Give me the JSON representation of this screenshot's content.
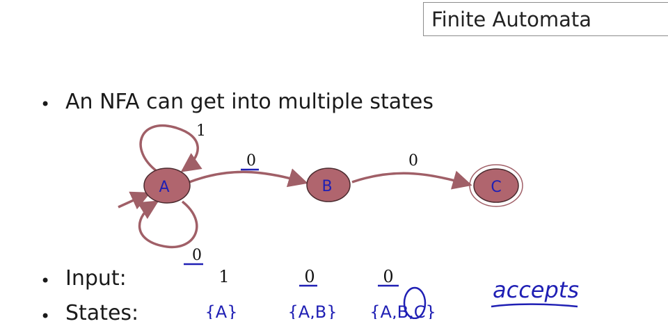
{
  "title": "Finite Automata",
  "bullets": [
    {
      "text": "An NFA can get into multiple states"
    },
    {
      "text": "Input:"
    },
    {
      "text": "States:"
    }
  ],
  "diagram": {
    "states": [
      {
        "id": "A",
        "label": "A",
        "start": true,
        "accepting": false
      },
      {
        "id": "B",
        "label": "B",
        "start": false,
        "accepting": false
      },
      {
        "id": "C",
        "label": "C",
        "start": false,
        "accepting": true
      }
    ],
    "transitions": [
      {
        "from": "A",
        "to": "A",
        "label": "1"
      },
      {
        "from": "A",
        "to": "A",
        "label": "0"
      },
      {
        "from": "A",
        "to": "B",
        "label": "0"
      },
      {
        "from": "B",
        "to": "C",
        "label": "0"
      }
    ],
    "node_fill": "#b0656e",
    "edge_color": "#a05f67",
    "ink_color": "#1f1fb4"
  },
  "input_symbols": [
    "1",
    "0",
    "0"
  ],
  "state_sets": [
    "{A}",
    "{A,B}",
    "{A,B,C}"
  ],
  "result": "accepts"
}
